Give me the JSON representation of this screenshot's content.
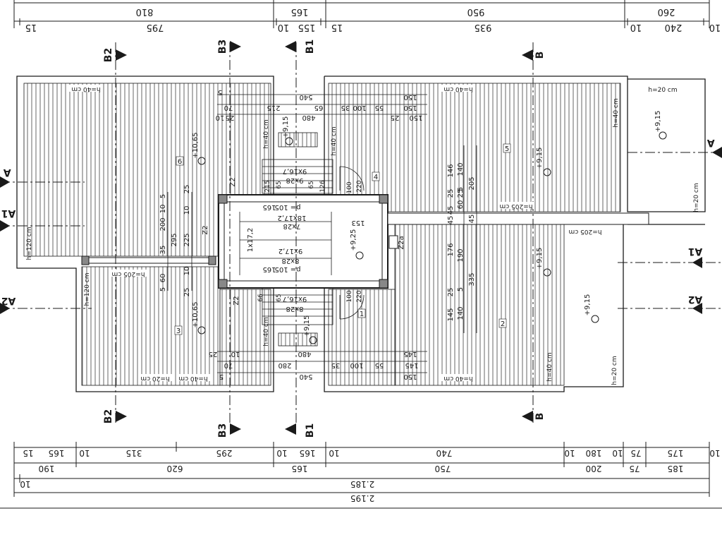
{
  "colors": {
    "ink": "#1a1a1a",
    "hatch": "#555555",
    "paper": "#ffffff"
  },
  "top_dims": {
    "row1": [
      "810",
      "165",
      "950",
      "260"
    ],
    "row2": [
      "15",
      "795",
      "10",
      "155",
      "15",
      "935",
      "10",
      "240",
      "10"
    ]
  },
  "bottom_dims": {
    "row1": [
      "15",
      "165",
      "10",
      "315",
      "295",
      "10",
      "165",
      "10",
      "740",
      "10",
      "180",
      "10",
      "75",
      "175",
      "10"
    ],
    "row2": [
      "190",
      "620",
      "165",
      "750",
      "200",
      "75",
      "185"
    ],
    "row3_small": "10",
    "row3": "2.185",
    "row4": "2.195"
  },
  "sections": {
    "A": "A",
    "A1": "A1",
    "A2": "A2",
    "B": "B",
    "B1": "B1",
    "B2": "B2",
    "B3": "B3"
  },
  "heights": {
    "h40": "h=40 cm",
    "h20": "h=20 cm",
    "h120": "h=120 cm",
    "h205": "h=205 cm"
  },
  "levels": {
    "l1065": "+10,65",
    "l915": "+9,15",
    "l925": "+9,25"
  },
  "panels": [
    "1",
    "2",
    "3",
    "4",
    "5",
    "6"
  ],
  "stair": {
    "flight1": "9x16,7",
    "tread1": "9x28",
    "flight2": "18x17,2",
    "tread2": "7x28",
    "landing": "1x17,2",
    "flight3": "9x17,2",
    "tread3": "8x28",
    "flight4": "9x16,7",
    "tread4": "8x28",
    "p105": "p= 105",
    "w165": "165",
    "w153": "153",
    "z2a": "Z2a",
    "z2": "Z2"
  },
  "inner_dims": {
    "top": [
      "540",
      "150",
      "215",
      "65",
      "100",
      "35",
      "55",
      "150",
      "480",
      "25",
      "150",
      "10",
      "25",
      "5",
      "70"
    ],
    "bottom": [
      "480",
      "145",
      "10",
      "280",
      "35",
      "100",
      "55",
      "145",
      "540",
      "150",
      "25",
      "70",
      "5"
    ],
    "left_col": [
      "200",
      "295",
      "225",
      "35",
      "60",
      "5",
      "25",
      "10",
      "25",
      "10",
      "5",
      "10"
    ],
    "right_col": [
      "146",
      "140",
      "25",
      "25",
      "5",
      "205",
      "45",
      "60",
      "45",
      "176",
      "190",
      "335",
      "25",
      "145",
      "140",
      "5",
      "45"
    ],
    "mid": [
      "215",
      "65",
      "126",
      "65",
      "100",
      "220",
      "66",
      "65",
      "100",
      "220"
    ]
  }
}
